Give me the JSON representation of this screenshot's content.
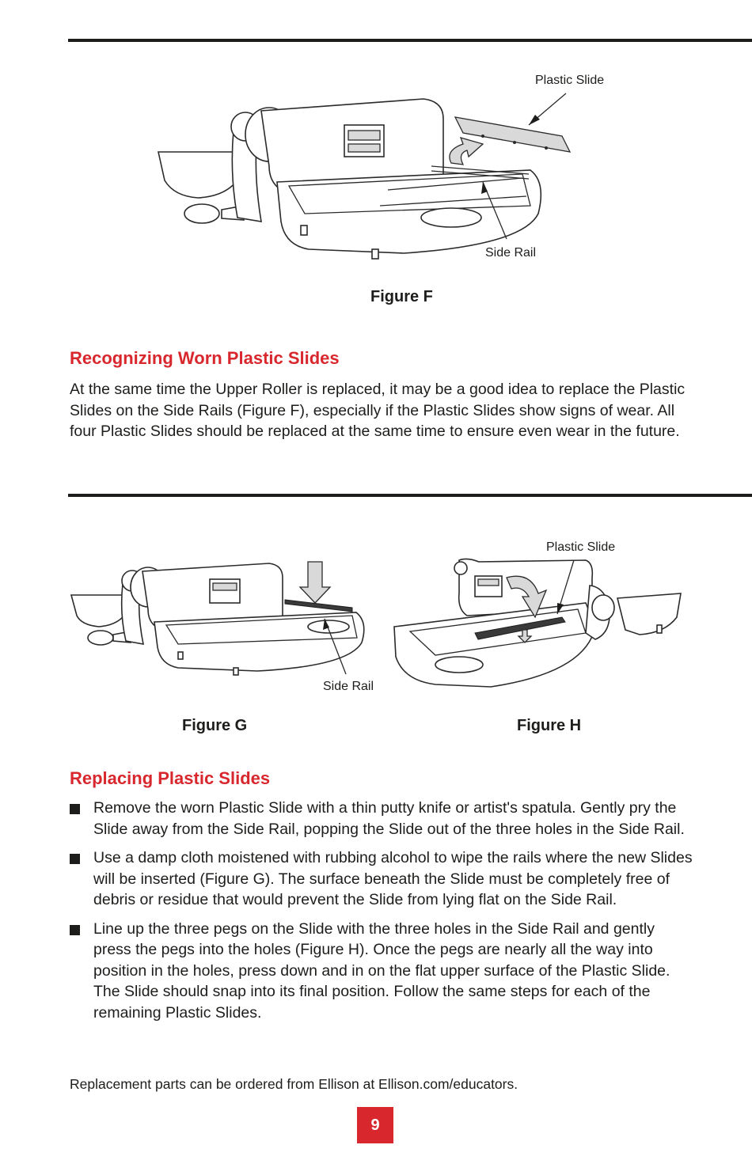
{
  "figure_f": {
    "callout_plastic_slide": "Plastic Slide",
    "callout_side_rail": "Side Rail",
    "caption": "Figure F"
  },
  "section_worn": {
    "heading": "Recognizing Worn Plastic Slides",
    "body": "At the same time the Upper Roller is replaced, it may be a good idea to replace the Plastic Slides on the Side Rails (Figure F), especially if the Plastic Slides show signs of wear. All four Plastic Slides should be replaced at the same time to ensure even wear in the future."
  },
  "figure_g": {
    "callout_side_rail": "Side Rail",
    "caption": "Figure G"
  },
  "figure_h": {
    "callout_plastic_slide": "Plastic Slide",
    "caption": "Figure H"
  },
  "section_replace": {
    "heading": "Replacing Plastic Slides",
    "bullets": [
      "Remove the worn Plastic Slide with a thin putty knife or artist's spatula. Gently pry the Slide away from the Side Rail, popping the Slide out of the three holes in the Side Rail.",
      "Use a damp cloth moistened with rubbing alcohol to wipe the rails where the new Slides will be inserted (Figure G). The surface beneath the Slide must be completely free of debris or residue that would prevent the Slide from lying flat on the Side Rail.",
      "Line up the three pegs on the Slide with the three holes in the Side Rail and gently press the pegs into the holes (Figure H). Once the pegs are nearly all the way into position in the holes, press down and in on the flat upper surface of the Plastic Slide. The Slide should snap into its final position. Follow the same steps for each of the remaining Plastic Slides."
    ]
  },
  "footer": {
    "note": "Replacement parts can be ordered from Ellison at Ellison.com/educators.",
    "page_number": "9"
  }
}
